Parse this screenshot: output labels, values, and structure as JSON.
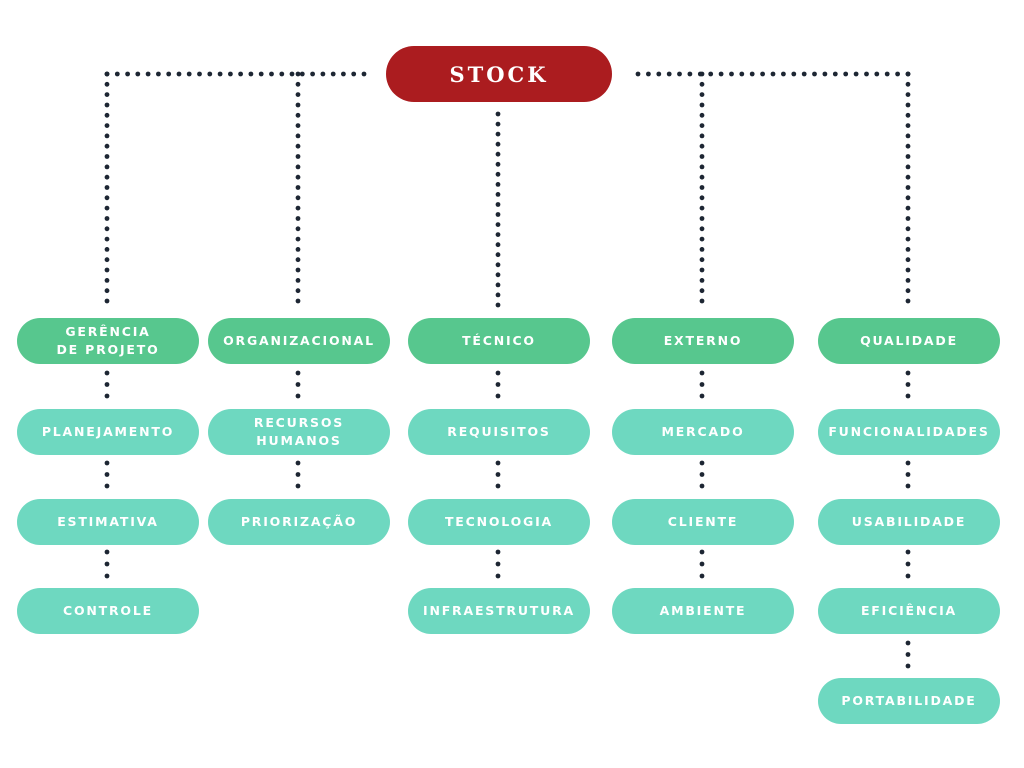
{
  "root": {
    "label": "STOCK"
  },
  "colors": {
    "root": "#ab1c1f",
    "category": "#57c78e",
    "subitem": "#6ed8c0",
    "dots": "#1d2633"
  },
  "categories": [
    {
      "label": "GERÊNCIA\nDE PROJETO",
      "children": [
        "PLANEJAMENTO",
        "ESTIMATIVA",
        "CONTROLE"
      ]
    },
    {
      "label": "ORGANIZACIONAL",
      "children": [
        "RECURSOS\nHUMANOS",
        "PRIORIZAÇÃO"
      ]
    },
    {
      "label": "TÉCNICO",
      "children": [
        "REQUISITOS",
        "TECNOLOGIA",
        "INFRAESTRUTURA"
      ]
    },
    {
      "label": "EXTERNO",
      "children": [
        "MERCADO",
        "CLIENTE",
        "AMBIENTE"
      ]
    },
    {
      "label": "QUALIDADE",
      "children": [
        "FUNCIONALIDADES",
        "USABILIDADE",
        "EFICIÊNCIA",
        "PORTABILIDADE"
      ]
    }
  ]
}
